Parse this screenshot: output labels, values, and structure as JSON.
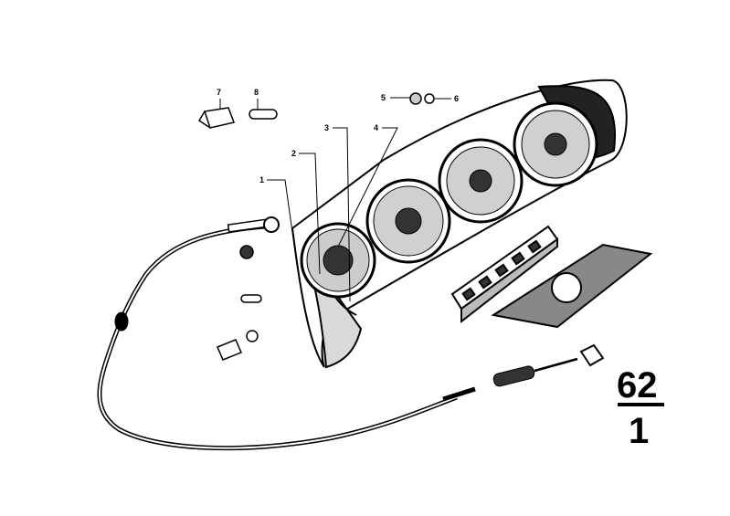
{
  "diagram": {
    "callouts": [
      {
        "id": "1",
        "label": "1"
      },
      {
        "id": "2",
        "label": "2"
      },
      {
        "id": "3",
        "label": "3"
      },
      {
        "id": "4",
        "label": "4"
      },
      {
        "id": "5",
        "label": "5"
      },
      {
        "id": "6",
        "label": "6"
      },
      {
        "id": "7",
        "label": "7"
      },
      {
        "id": "8",
        "label": "8"
      }
    ],
    "group": {
      "main": "62",
      "sub": "1"
    }
  }
}
